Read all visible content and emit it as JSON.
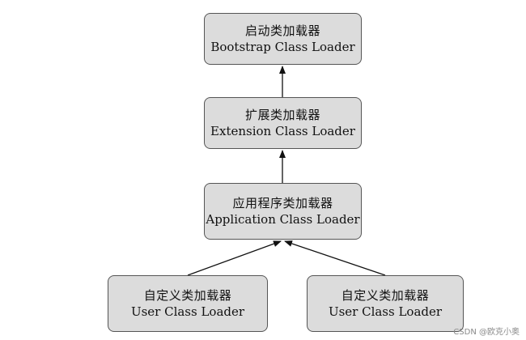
{
  "nodes": {
    "bootstrap": {
      "zh": "启动类加载器",
      "en": "Bootstrap Class Loader"
    },
    "extension": {
      "zh": "扩展类加载器",
      "en": "Extension Class Loader"
    },
    "application": {
      "zh": "应用程序类加载器",
      "en": "Application Class Loader"
    },
    "user_1": {
      "zh": "自定义类加载器",
      "en": "User Class Loader"
    },
    "user_2": {
      "zh": "自定义类加载器",
      "en": "User Class Loader"
    }
  },
  "edges": [
    {
      "from": "extension",
      "to": "bootstrap"
    },
    {
      "from": "application",
      "to": "extension"
    },
    {
      "from": "user_1",
      "to": "application"
    },
    {
      "from": "user_2",
      "to": "application"
    }
  ],
  "colors": {
    "node_fill": "#dcdcdc",
    "node_border": "#555555",
    "arrow": "#111111"
  },
  "watermark": "CSDN @欧克小奥"
}
